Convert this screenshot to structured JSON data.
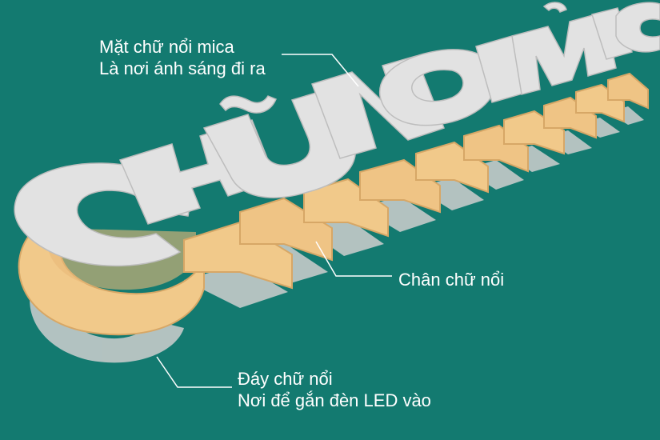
{
  "colors": {
    "background": "#137a70",
    "face": "#e2e2e2",
    "face_shadow": "#bdbdbd",
    "side": "#f1c98a",
    "side_dark": "#d7a766",
    "base": "#cfcfcf",
    "callout_line": "#ffffff"
  },
  "sign_text": "CHỮ NỔI MICA",
  "callouts": {
    "face": {
      "line1": "Mặt chữ nổi mica",
      "line2": "Là nơi ánh sáng đi ra"
    },
    "leg": {
      "line1": "Chân chữ nổi"
    },
    "base": {
      "line1": "Đáy chữ nổi",
      "line2": "Nơi để gắn đèn LED vào"
    }
  }
}
